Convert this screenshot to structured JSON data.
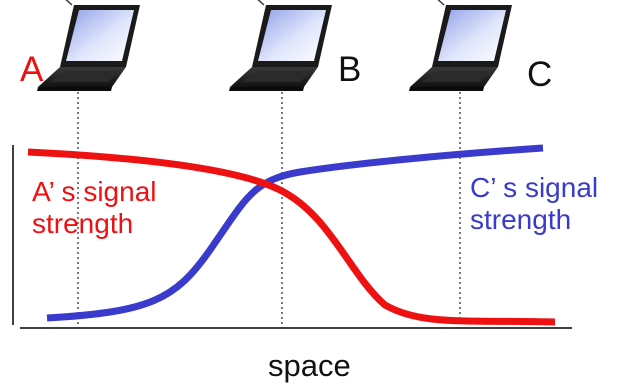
{
  "nodes": [
    {
      "label": "A",
      "color": "#ee1111"
    },
    {
      "label": "B",
      "color": "#111111"
    },
    {
      "label": "C",
      "color": "#111111"
    }
  ],
  "curves": {
    "a": {
      "caption_line1": "A’ s signal",
      "caption_line2": "strength",
      "color": "#ee1111"
    },
    "c": {
      "caption_line1": "C’ s signal",
      "caption_line2": "strength",
      "color": "#3a3acc"
    }
  },
  "x_axis_label": "space",
  "icon": "laptop-with-wifi-waves-icon"
}
